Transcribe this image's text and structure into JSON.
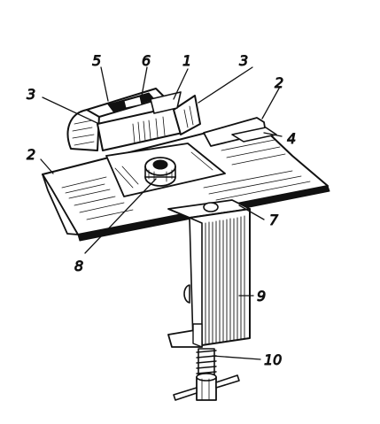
{
  "colors": {
    "ink": "#111111",
    "paper": "#ffffff"
  },
  "labels": {
    "l1": "1",
    "l2a": "2",
    "l2b": "2",
    "l3a": "3",
    "l3b": "3",
    "l4": "4",
    "l5": "5",
    "l6": "6",
    "l7": "7",
    "l8": "8",
    "l9": "9",
    "l10": "10"
  }
}
